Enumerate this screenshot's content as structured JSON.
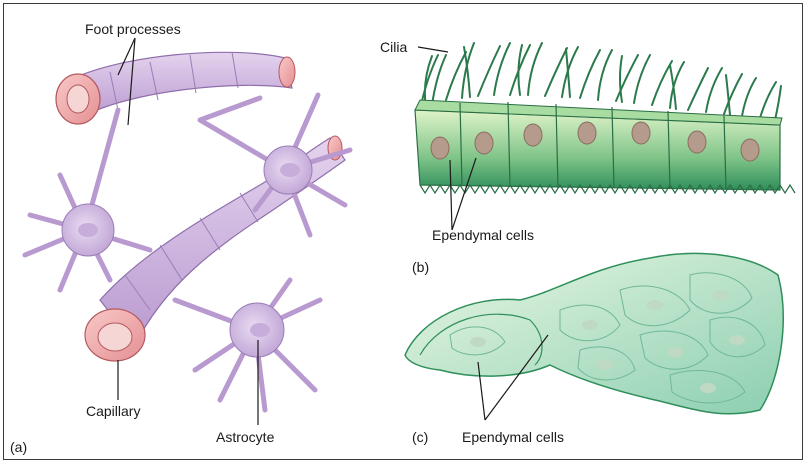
{
  "panel_a": {
    "label": "(a)",
    "foot_processes_label": "Foot processes",
    "capillary_label": "Capillary",
    "astrocyte_label": "Astrocyte"
  },
  "panel_b": {
    "label": "(b)",
    "cilia_label": "Cilia",
    "ependymal_label": "Ependymal cells"
  },
  "panel_c": {
    "label": "(c)",
    "ependymal_label": "Ependymal cells"
  },
  "colors": {
    "capillary_pink": "#f0a9aa",
    "astrocyte_lavender": "#cdb3df",
    "ependymal_green": "#2f8f5a",
    "flat_green": "#9fd6b3"
  }
}
